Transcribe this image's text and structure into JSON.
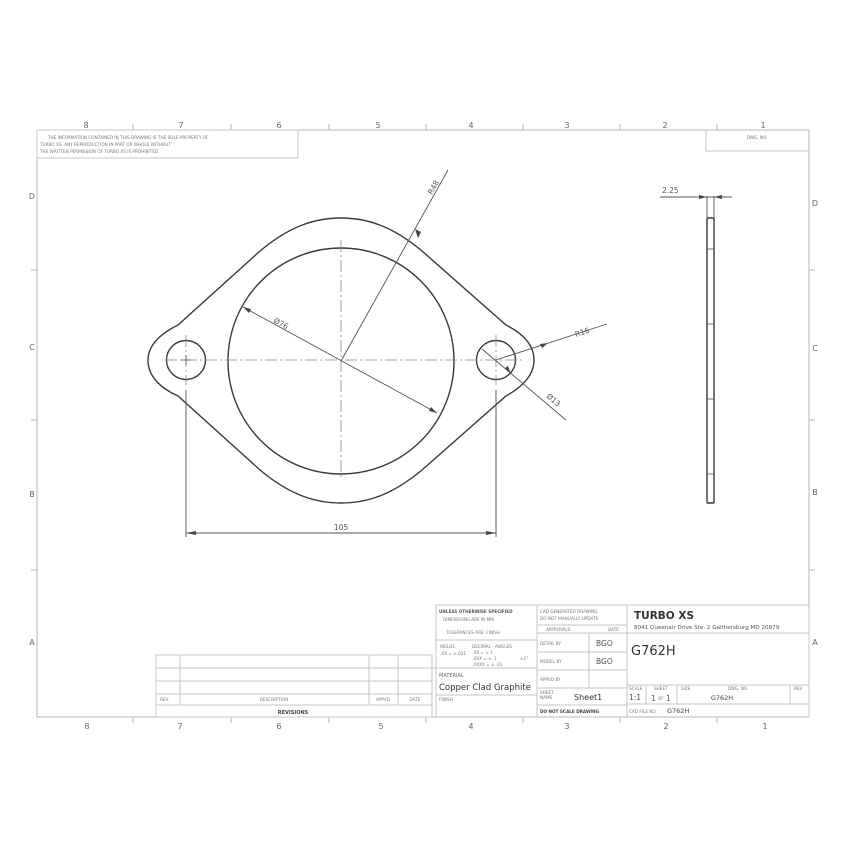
{
  "zones": {
    "columns": [
      "8",
      "7",
      "6",
      "5",
      "4",
      "3",
      "2",
      "1"
    ],
    "rows": [
      "D",
      "C",
      "B",
      "A"
    ]
  },
  "notice": {
    "line1": "THE INFORMATION CONTAINED IN THIS DRAWING IS THE SOLE PROPERTY OF",
    "line2": "TURBO XS.  ANY REPRODUCTION IN PART OR WHOLE WITHOUT",
    "line3": "THE WRITTEN PERMISSION OF TURBO XS IS PROHIBITED."
  },
  "top_right_box": {
    "label": "DWG. NO."
  },
  "front_view": {
    "dimensions": {
      "outer_radius": "R48",
      "bore_diameter": "Ø76",
      "ear_radius": "R16",
      "bolt_hole_diameter": "Ø13",
      "bolt_spacing": "105"
    }
  },
  "side_view": {
    "thickness": "2.25"
  },
  "revisions": {
    "title": "REVISIONS",
    "headers": {
      "rev": "REV.",
      "description": "DESCRIPTION",
      "approved": "APPVD",
      "date": "DATE"
    },
    "rows": []
  },
  "title_block": {
    "tolerances": {
      "heading": "UNLESS OTHERWISE SPECIFIED",
      "units": "DIMENSIONS ARE IN MM",
      "finish": "TOLERANCES ARE: FINISH",
      "welds_label": "WELDS",
      "welds_value": ".XX = ±.031",
      "decimal_label": "DECIMAL  -  ANGLES",
      "dec1": ".XX     = ± 1",
      "dec2": ".XXX    = ± .1",
      "dec3": ".XXXX  = ± .01",
      "angle": "±1°"
    },
    "material_label": "MATERIAL",
    "material_value": "Copper Clad Graphite",
    "finish_label": "FINISH",
    "cad_note_1": "CAD GENERATED DRAWING,",
    "cad_note_2": "DO NOT MANUALLY UPDATE",
    "approvals_label": "APPROVALS",
    "date_label": "DATE",
    "detail_by_label": "DETAIL BY",
    "detail_by_value": "BGO",
    "model_by_label": "MODEL BY",
    "model_by_value": "BGO",
    "approved_by_label": "APPVD BY",
    "approved_by_value": "",
    "sheet_name_label_1": "SHEET",
    "sheet_name_label_2": "NAME",
    "sheet_name_value": "Sheet1",
    "do_not_scale": "DO NOT SCALE DRAWING",
    "company": "TURBO XS",
    "address": "8041 Queenair Drive Ste. 2 Gaithersburg MD 20879",
    "part_title": "G762H",
    "scale_label": "SCALE",
    "scale_value": "1:1",
    "sheet_label": "SHEET",
    "sheet_value_1": "1",
    "sheet_of": "OF",
    "sheet_value_2": "1",
    "size_label": "SIZE",
    "dwg_no_label": "DWG.  NO.",
    "dwg_no_value": "G762H",
    "rev_label": "REV",
    "cad_file_label": "CAD FILE NO.",
    "cad_file_value": "G762H"
  }
}
